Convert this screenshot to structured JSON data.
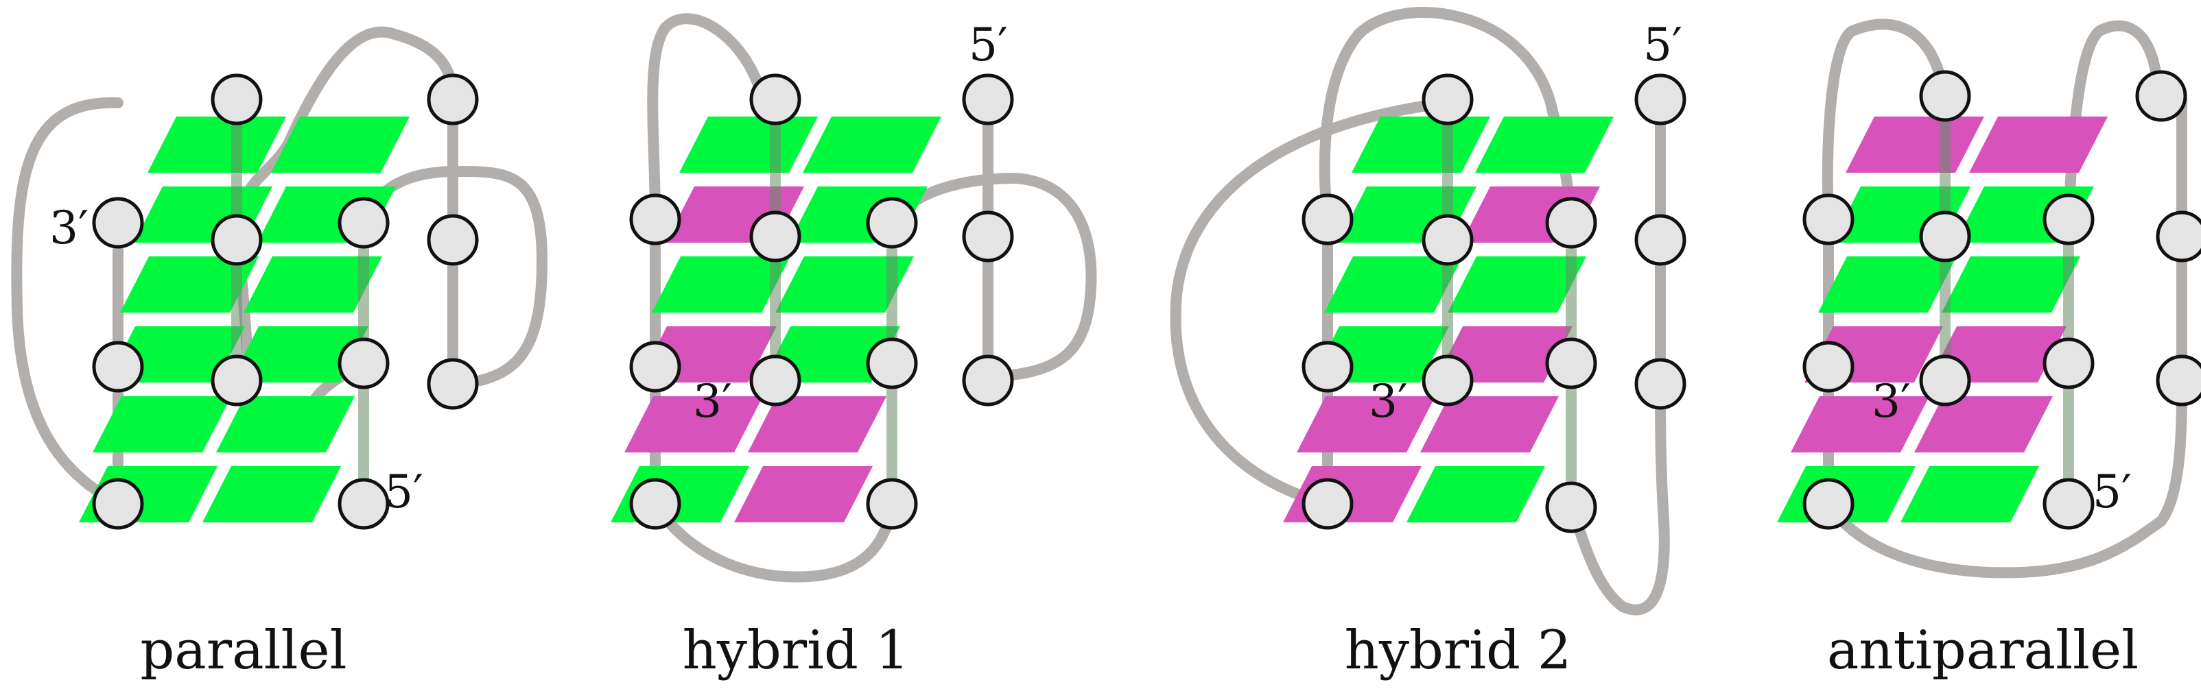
{
  "colors": {
    "anti": "#00f93f",
    "syn": "#d852bc",
    "strand": "#b2aeac",
    "node_fill": "#e4e4e4",
    "node_stroke": "#111111"
  },
  "panels": [
    {
      "id": "parallel",
      "caption": "parallel",
      "label_3p": "3′",
      "label_5p": "5′",
      "tetrads": [
        [
          "anti",
          "anti"
        ],
        [
          "anti",
          "anti"
        ],
        [
          "anti",
          "anti"
        ],
        [
          "anti",
          "anti"
        ],
        [
          "anti",
          "anti"
        ],
        [
          "anti",
          "anti"
        ]
      ]
    },
    {
      "id": "hybrid-1",
      "caption": "hybrid 1",
      "label_3p": "3′",
      "label_5p": "5′",
      "tetrads": [
        [
          "anti",
          "anti"
        ],
        [
          "syn",
          "anti"
        ],
        [
          "anti",
          "anti"
        ],
        [
          "syn",
          "anti"
        ],
        [
          "syn",
          "syn"
        ],
        [
          "anti",
          "syn"
        ]
      ]
    },
    {
      "id": "hybrid-2",
      "caption": "hybrid 2",
      "label_3p": "3′",
      "label_5p": "5′",
      "tetrads": [
        [
          "anti",
          "anti"
        ],
        [
          "anti",
          "syn"
        ],
        [
          "anti",
          "anti"
        ],
        [
          "anti",
          "syn"
        ],
        [
          "syn",
          "syn"
        ],
        [
          "syn",
          "anti"
        ]
      ]
    },
    {
      "id": "antiparallel",
      "caption": "antiparallel",
      "label_3p": "3′",
      "label_5p": "5′",
      "tetrads": [
        [
          "syn",
          "syn"
        ],
        [
          "anti",
          "anti"
        ],
        [
          "anti",
          "anti"
        ],
        [
          "syn",
          "syn"
        ],
        [
          "syn",
          "syn"
        ],
        [
          "anti",
          "anti"
        ]
      ]
    }
  ]
}
